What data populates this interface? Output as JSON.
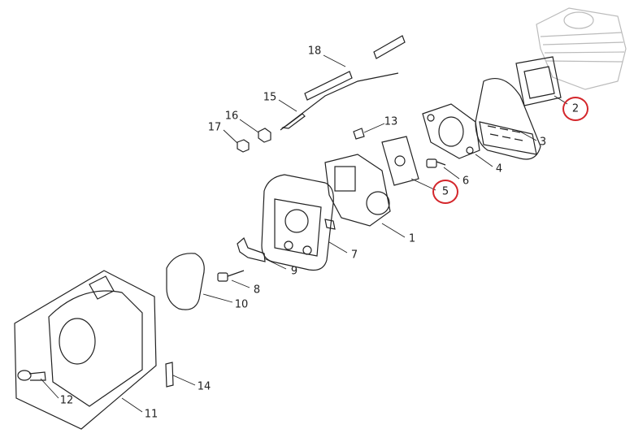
{
  "diagram": {
    "labels": [
      {
        "id": "1",
        "text": "1"
      },
      {
        "id": "2",
        "text": "2",
        "highlighted": true
      },
      {
        "id": "3",
        "text": "3"
      },
      {
        "id": "4",
        "text": "4"
      },
      {
        "id": "5",
        "text": "5",
        "highlighted": true
      },
      {
        "id": "6",
        "text": "6"
      },
      {
        "id": "7",
        "text": "7"
      },
      {
        "id": "8",
        "text": "8"
      },
      {
        "id": "9",
        "text": "9"
      },
      {
        "id": "10",
        "text": "10"
      },
      {
        "id": "11",
        "text": "11"
      },
      {
        "id": "12",
        "text": "12"
      },
      {
        "id": "13",
        "text": "13"
      },
      {
        "id": "14",
        "text": "14"
      },
      {
        "id": "15",
        "text": "15"
      },
      {
        "id": "16",
        "text": "16"
      },
      {
        "id": "17",
        "text": "17"
      },
      {
        "id": "18",
        "text": "18"
      }
    ],
    "highlight_color": "#d4262b"
  }
}
